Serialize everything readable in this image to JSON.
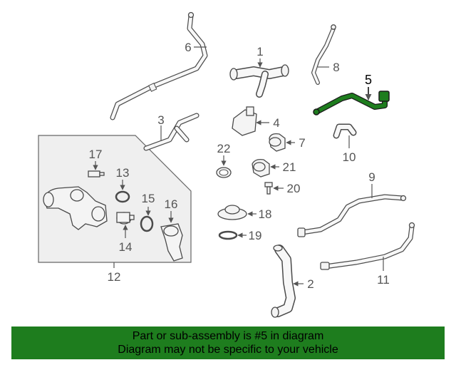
{
  "highlight_color": "#1e7d1e",
  "callouts": {
    "c1": "1",
    "c2": "2",
    "c3": "3",
    "c4": "4",
    "c5": "5",
    "c6": "6",
    "c7": "7",
    "c8": "8",
    "c9": "9",
    "c10": "10",
    "c11": "11",
    "c12": "12",
    "c13": "13",
    "c14": "14",
    "c15": "15",
    "c16": "16",
    "c17": "17",
    "c19": "19",
    "c20": "20",
    "c21": "21",
    "c22": "22",
    "c18": "18"
  },
  "banner": {
    "line1": "Part or sub-assembly is #5 in diagram",
    "line2": "Diagram may not be specific to your vehicle"
  }
}
